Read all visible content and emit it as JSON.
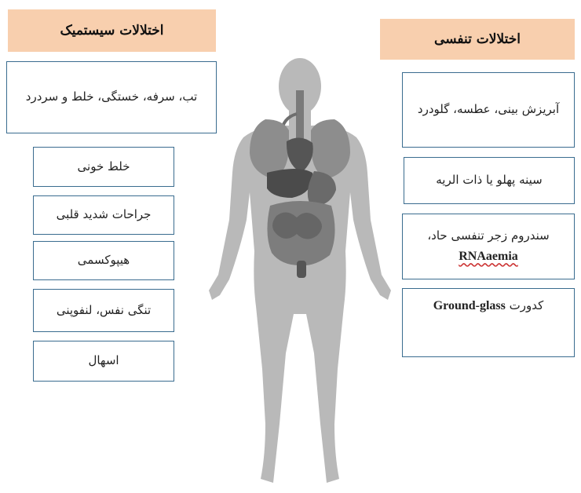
{
  "systemic": {
    "title": "اختلالات سیستمیک",
    "items": [
      "تب، سرفه، خستگی، خلط و سردرد",
      "خلط خونی",
      "جراحات شدید قلبی",
      "هیپوکسمی",
      "تنگی نفس، لنفوپنی",
      "اسهال"
    ]
  },
  "respiratory": {
    "title": "اختلالات تنفسی",
    "items": [
      "آبریزش بینی، عطسه، گلودرد",
      "سینه پهلو یا ذات الریه",
      "سندروم زجر تنفسی حاد،",
      "RNAaemia",
      "کدورت",
      "Ground-glass"
    ]
  },
  "colors": {
    "header_bg": "#f8cfae",
    "box_border": "#3a6c8f",
    "body_gray": "#b9b9b9"
  }
}
